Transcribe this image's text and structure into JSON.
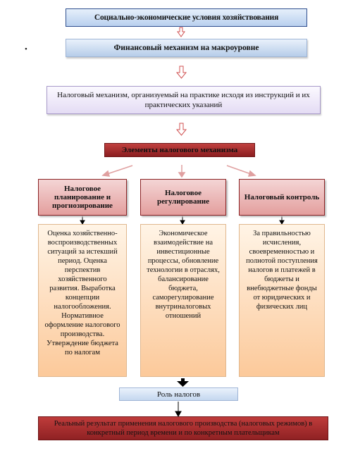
{
  "diagram": {
    "bullet": "•",
    "top_box": "Социально-экономические условия хозяйствования",
    "macro_box": "Финансовый механизм на макроуровне",
    "tax_mechanism_box": "Налоговый механизм, организуемый на практике исходя из инструкций и их практических указаний",
    "elements_box": "Элементы налогового механизма",
    "branches": [
      {
        "title": "Налоговое планирование и прогнозирование",
        "description": "Оценка хозяйственно-воспроизводственных ситуаций за истекший период. Оценка перспектив хозяйственного развития. Выработка концепции налогообложения. Нормативное оформление налогового производства. Утверждение бюджета по налогам"
      },
      {
        "title": "Налоговое регулирование",
        "description": "Экономическое взаимодействие на инвестиционные процессы, обновление технологии в отраслях, балансирование бюджета, саморегулирование внутриналоговых отношений"
      },
      {
        "title": "Налоговый контроль",
        "description": "За правильностью исчисления, своевременностью и полнотой поступления налогов и платежей в бюджеты и внебюджетные фонды от юридических и физических лиц"
      }
    ],
    "role_box": "Роль налогов",
    "result_box": "Реальный результат применения налогового производства (налоговых режимов) в конкретный период времени и по конкретным плательщикам"
  }
}
